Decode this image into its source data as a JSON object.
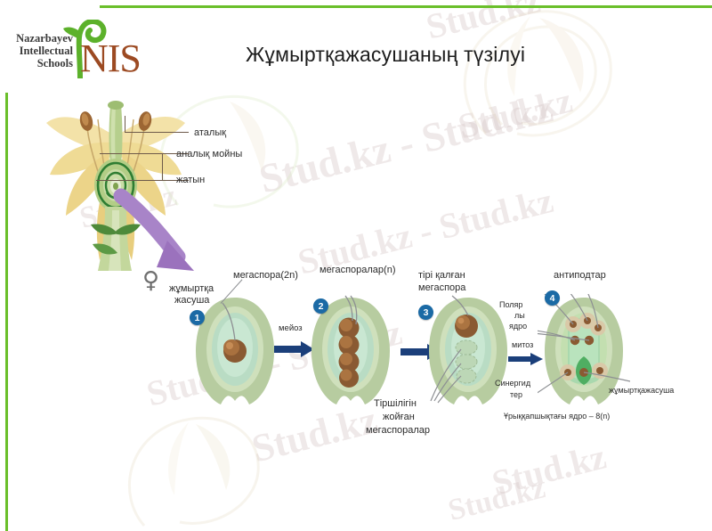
{
  "slide": {
    "title": "Жұмыртқажасушаның түзілуі",
    "background_color": "#ffffff",
    "accent_color": "#6abf2a"
  },
  "logo": {
    "name_line1": "Nazarbayev",
    "name_line2": "Intellectual",
    "name_line3": "Schools",
    "abbreviation": "NIS",
    "mark_color": "#5cb12b",
    "text_color": "#9c4a22"
  },
  "watermark": {
    "text": "Stud.kz",
    "text_long": "Stud.kz - Stud.kz",
    "color": "#d8c9c9"
  },
  "flower_diagram": {
    "labels": [
      {
        "text": "аталық"
      },
      {
        "text": "аналық мойны"
      },
      {
        "text": "жатын"
      }
    ]
  },
  "process": {
    "female_symbol": "♀",
    "arrow_color": "#1b3f7a",
    "steps": [
      {
        "number": "1",
        "labels": [
          {
            "text": "жұмыртқа"
          },
          {
            "text": "жасуша"
          },
          {
            "text": "мегаспора(2n)"
          }
        ]
      },
      {
        "number": "2",
        "labels": [
          {
            "text": "мегаспоралар(n)"
          },
          {
            "text": "Тіршілігін"
          },
          {
            "text": "жойған"
          },
          {
            "text": "мегаспоралар"
          }
        ]
      },
      {
        "number": "3",
        "labels": [
          {
            "text": "тірі қалған"
          },
          {
            "text": "мегаспора"
          }
        ]
      },
      {
        "number": "4",
        "labels": [
          {
            "text": "антиподтар"
          },
          {
            "text": "Поляр"
          },
          {
            "text": "лы"
          },
          {
            "text": "ядро"
          },
          {
            "text": "Синергид"
          },
          {
            "text": "тер"
          },
          {
            "text": "жұмыртқажасуша"
          }
        ]
      }
    ],
    "transitions": [
      {
        "text": "мейоз"
      },
      {
        "text": "митоз"
      }
    ],
    "footnote": "Ұрыққапшықтағы ядро – 8(n)"
  }
}
